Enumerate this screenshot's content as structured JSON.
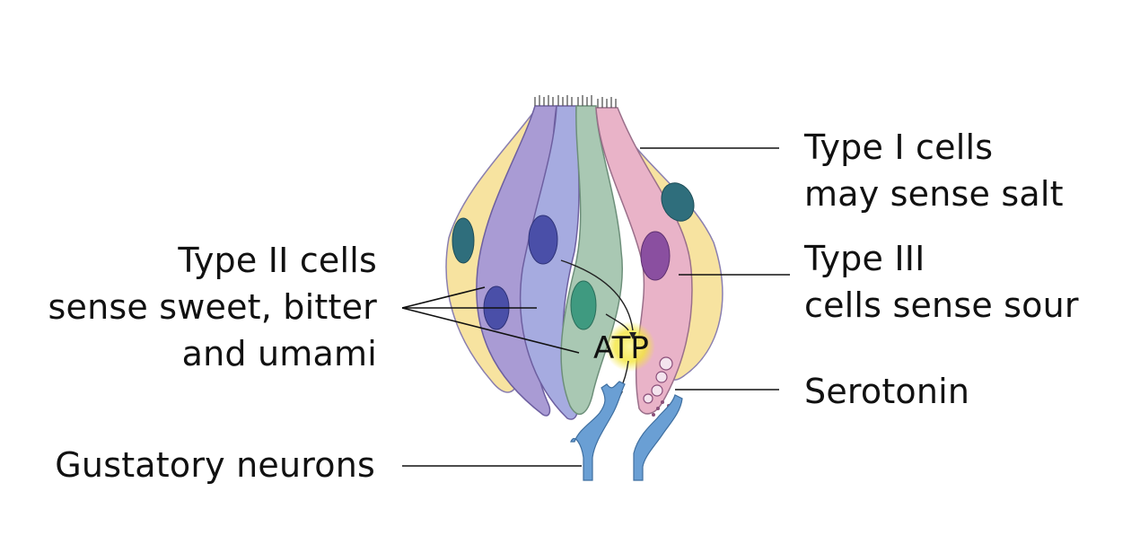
{
  "labels": {
    "type1": {
      "line1": "Type I cells",
      "line2": "may sense salt"
    },
    "type3": {
      "line1": "Type III",
      "line2": "cells sense sour"
    },
    "type2": {
      "line1": "Type II cells",
      "line2": "sense sweet, bitter",
      "line3": "and umami"
    },
    "serotonin": "Serotonin",
    "gustatory": "Gustatory neurons",
    "atp": "ATP"
  },
  "colors": {
    "type1_cell": "#f7e3a0",
    "type2_cell_purple": "#a99bd4",
    "type2_cell_blue": "#a6abe0",
    "type3_cell_green": "#a9c8b3",
    "type3_cell_pink": "#e9b3c8",
    "neuron": "#6a9fd4",
    "nucleus_teal": "#2f6e7c",
    "nucleus_blue": "#4a4fa8",
    "nucleus_green": "#3f9a80",
    "nucleus_purple": "#8a4fa0",
    "atp_glow": "#f3e63a"
  }
}
